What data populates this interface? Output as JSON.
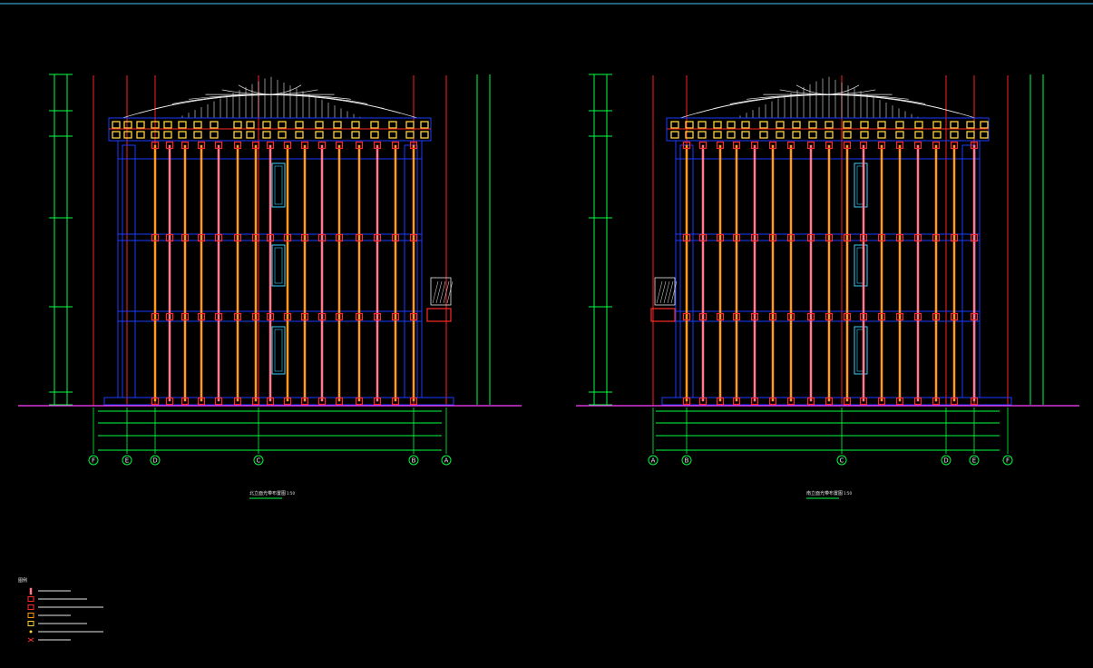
{
  "drawing": {
    "background": "#000000",
    "colors": {
      "grid_axis": "#ff2020",
      "dimension": "#00ff40",
      "outline": "#1a3aff",
      "rod_orange": "#ff9a1a",
      "rod_pink": "#ff7a8a",
      "node_red": "#ff2a2a",
      "node_yellow": "#ffd23a",
      "roof": "#e8e8e8",
      "ground": "#ff40ff",
      "window": "#36d0ff",
      "top_line": "#40c8ff",
      "text": "#e8e8e8"
    }
  },
  "left_elevation": {
    "axes": [
      "F",
      "E",
      "D",
      "C",
      "B",
      "A"
    ],
    "title": "北立面光带布置图",
    "scale": "1:50"
  },
  "right_elevation": {
    "axes": [
      "A",
      "B",
      "C",
      "D",
      "E",
      "F"
    ],
    "title": "南立面光带布置图",
    "scale": "1:50"
  },
  "legend": {
    "heading": "图例",
    "items": [
      {
        "symbol": "rod",
        "color": "#ff7a8a"
      },
      {
        "symbol": "box",
        "color": "#ff2a2a"
      },
      {
        "symbol": "box",
        "color": "#ff2a2a"
      },
      {
        "symbol": "box",
        "color": "#ff9a1a"
      },
      {
        "symbol": "box",
        "color": "#ffd23a"
      },
      {
        "symbol": "dot",
        "color": "#ffd23a"
      },
      {
        "symbol": "cross",
        "color": "#ff2a2a"
      }
    ]
  }
}
